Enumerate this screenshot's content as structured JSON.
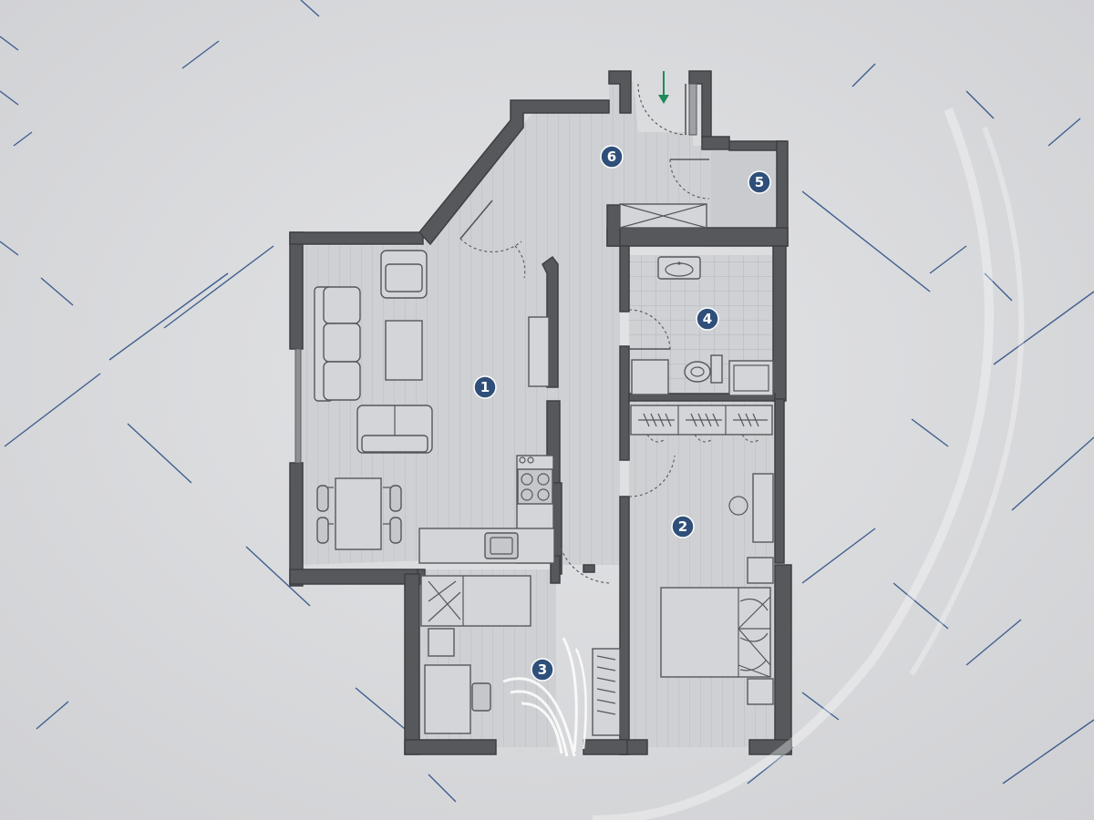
{
  "rooms": [
    {
      "id": "living-kitchen",
      "number": "1"
    },
    {
      "id": "bedroom",
      "number": "2"
    },
    {
      "id": "kids-room",
      "number": "3"
    },
    {
      "id": "bathroom",
      "number": "4"
    },
    {
      "id": "storage",
      "number": "5"
    },
    {
      "id": "hallway",
      "number": "6"
    }
  ],
  "entrance": {
    "icon": "arrow-down-icon",
    "color": "#1f8a5a"
  },
  "colors": {
    "marker": "#2f4f7a",
    "wall": "#56585c",
    "accent": "#3f5f8f"
  }
}
